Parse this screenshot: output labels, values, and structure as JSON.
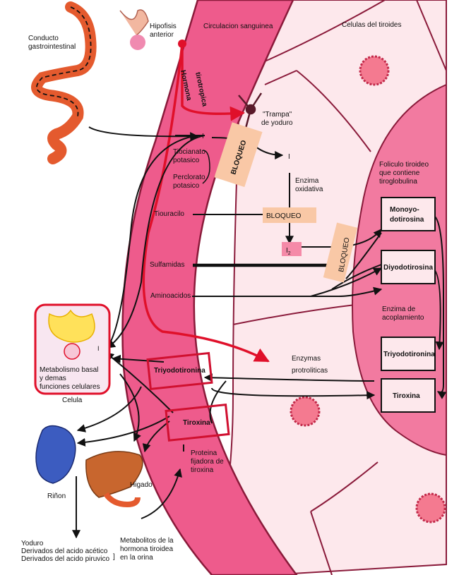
{
  "titles": {
    "circulation": "Circulacion sanguinea",
    "thyroid_cells": "Celulas del tiroides",
    "gi_tract": [
      "Conducto",
      "gastrointestinal"
    ],
    "pituitary": [
      "Hipofisis",
      "anterior"
    ],
    "cell": "Celula"
  },
  "hormone": [
    "Hormona",
    "tirotropica"
  ],
  "iodide_trap": [
    "\"Trampa\"",
    "de yoduro"
  ],
  "iodide": "I",
  "iodine": "I",
  "iodine_sub": "2",
  "enzyme": [
    "Enzima",
    "oxidativa"
  ],
  "inhibitors": {
    "tiocianato": [
      "Tiocianato",
      "potasico"
    ],
    "perclorato": [
      "Perclorato",
      "potasico"
    ],
    "tiouracilo": "Tiouracilo",
    "sulfamidas": "Sulfamidas",
    "aminoacidos": "Aminoacidos"
  },
  "block_label": "BLOQUEO",
  "follicle": [
    "Foliculo tiroideo",
    "que contiene",
    "tiroglobulina"
  ],
  "boxes": {
    "mono": [
      "Monoyo-",
      "dotirosina"
    ],
    "diyodo": "Diyodotirosina",
    "triyodo_right": "Triyodotironina",
    "tiroxina_right": "Tiroxina",
    "triyodo_left": "Triyodotironina",
    "tiroxina_left": "Tiroxina"
  },
  "coupling_enzyme": [
    "Enzima de",
    "acoplamiento"
  ],
  "proteolytic": [
    "Enzymas",
    "protroliticas"
  ],
  "cell_box": [
    "Metabolismo basal",
    "y demas",
    "funciones celulares"
  ],
  "binding_protein": [
    "Proteina",
    "fijadora de",
    "tiroxina"
  ],
  "kidney": "Riñon",
  "liver": "Higado",
  "excretion": [
    "Yoduro",
    "Derivados del acido acético",
    "Derivados del acido piruvico"
  ],
  "metabolites": [
    "Metabolitos de la",
    "hormona tiroidea",
    "en la orina"
  ],
  "colors": {
    "vessel": "#ee5b8c",
    "vessel_edge": "#8a1a3a",
    "cell_light": "#fde8ec",
    "follicle": "#f27aa0",
    "block": "#f9c8a6",
    "red_arrow": "#e0102a",
    "box_border": "#d01030"
  }
}
